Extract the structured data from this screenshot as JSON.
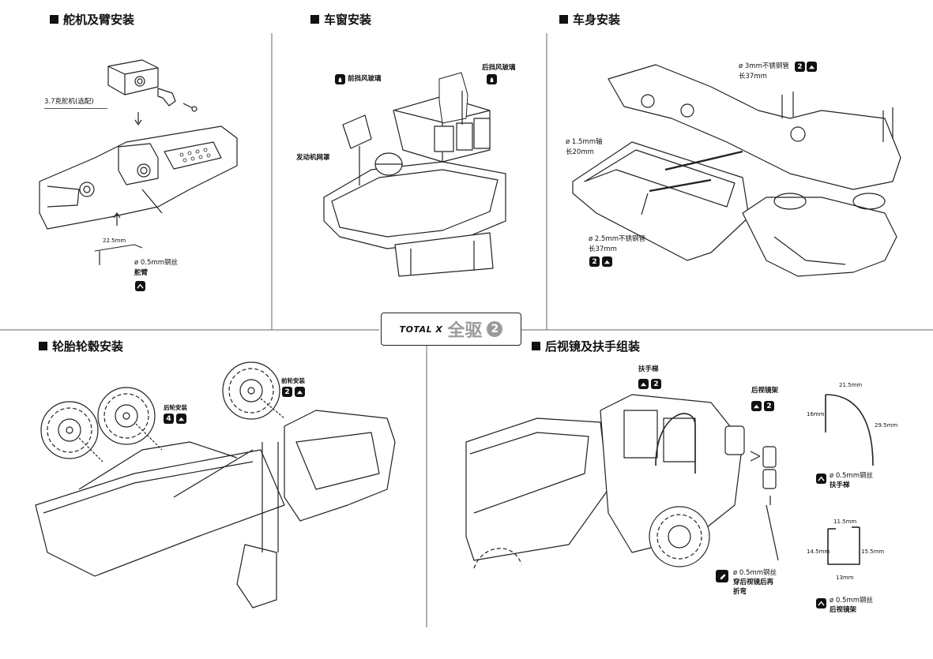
{
  "sections": {
    "servo": "舵机及臂安装",
    "window": "车窗安装",
    "body": "车身安装",
    "tires": "轮胎轮毂安装",
    "mirror": "后视镜及扶手组装"
  },
  "servo_labels": {
    "servo_name": "3.7克舵机(选配)",
    "dim": "22.5mm",
    "wire": "ø 0.5mm钢丝",
    "arm": "舵臂"
  },
  "window_labels": {
    "front_glass": "前挡风玻璃",
    "rear_glass": "后挡风玻璃",
    "engine_net": "发动机网罩"
  },
  "body_labels": {
    "tube3": "ø 3mm不锈钢管",
    "tube3_len": "长37mm",
    "icon_2a": "2",
    "shaft": "ø 1.5mm轴",
    "shaft_len": "长20mm",
    "tube25": "ø 2.5mm不锈钢管",
    "tube25_len": "长37mm",
    "icon_2b": "2"
  },
  "tire_labels": {
    "rear_wheel": "后轮安装",
    "rear_count": "4",
    "front_wheel": "前轮安装",
    "front_count": "2"
  },
  "mirror_labels": {
    "ladder": "扶手梯",
    "ladder_count": "2",
    "mirror_frame": "后视镜架",
    "mirror_count": "2",
    "dim_215": "21.5mm",
    "dim_16": "16mm",
    "dim_295": "29.5mm",
    "wire_ladder": "ø 0.5mm钢丝",
    "wire_ladder_name": "扶手梯",
    "dim_115": "11.5mm",
    "dim_145": "14.5mm",
    "dim_155": "15.5mm",
    "dim_13": "13mm",
    "wire_mirror": "ø 0.5mm钢丝",
    "wire_mirror_name": "后视镜架",
    "thread_wire": "ø 0.5mm钢丝",
    "thread_note1": "穿后视镜后再",
    "thread_note2": "折弯"
  },
  "logo": {
    "brand": "TOTAL X",
    "cn": "全驱",
    "num": "2"
  }
}
